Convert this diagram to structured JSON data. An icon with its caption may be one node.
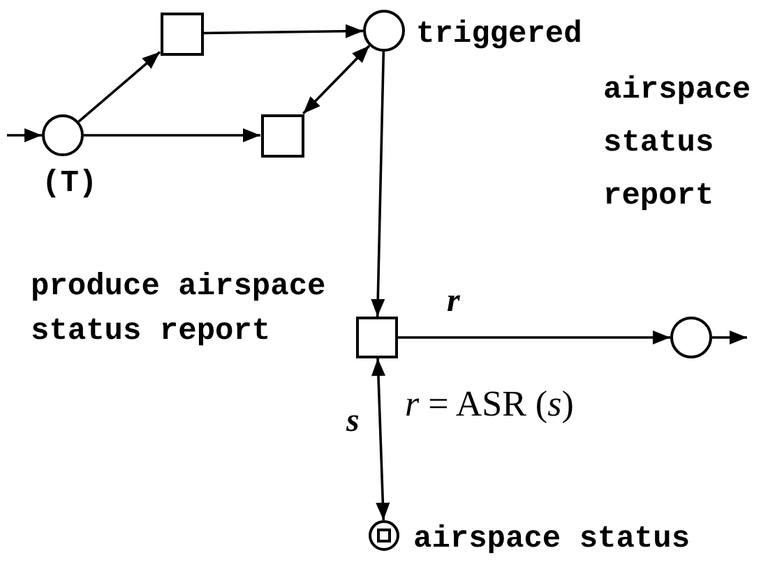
{
  "diagram": {
    "nodes": [
      {
        "text": [],
        "shape": "circle",
        "beside": [
          "(T)"
        ]
      },
      {
        "text": [],
        "shape": "box"
      },
      {
        "text": [],
        "shape": "box"
      },
      {
        "text": [],
        "shape": "circle",
        "beside": [
          "triggered"
        ]
      },
      {
        "text": [],
        "shape": "box",
        "beside": [
          "produce airspace status report"
        ]
      },
      {
        "text": [],
        "shape": "circle",
        "beside": [
          "airspace status report"
        ]
      },
      {
        "text": [],
        "shape": "circle",
        "beside": [
          "airspace status"
        ]
      }
    ],
    "edges": [
      {
        "from": null,
        "to": 0,
        "arrow": "to"
      },
      {
        "from": 0,
        "to": 1,
        "arrow": "to"
      },
      {
        "from": 0,
        "to": 2,
        "arrow": "to"
      },
      {
        "from": 1,
        "to": 3,
        "arrow": "to"
      },
      {
        "from": 2,
        "to": 3,
        "arrow": "both"
      },
      {
        "from": 3,
        "to": 4,
        "arrow": "to"
      },
      {
        "from": 4,
        "to": 5,
        "arrow": "to",
        "label": "r"
      },
      {
        "from": 5,
        "to": null,
        "arrow": "to"
      },
      {
        "from": 4,
        "to": 6,
        "arrow": "both",
        "label": "s"
      }
    ],
    "labels": [
      "*r* = ASR (*s*)"
    ]
  }
}
